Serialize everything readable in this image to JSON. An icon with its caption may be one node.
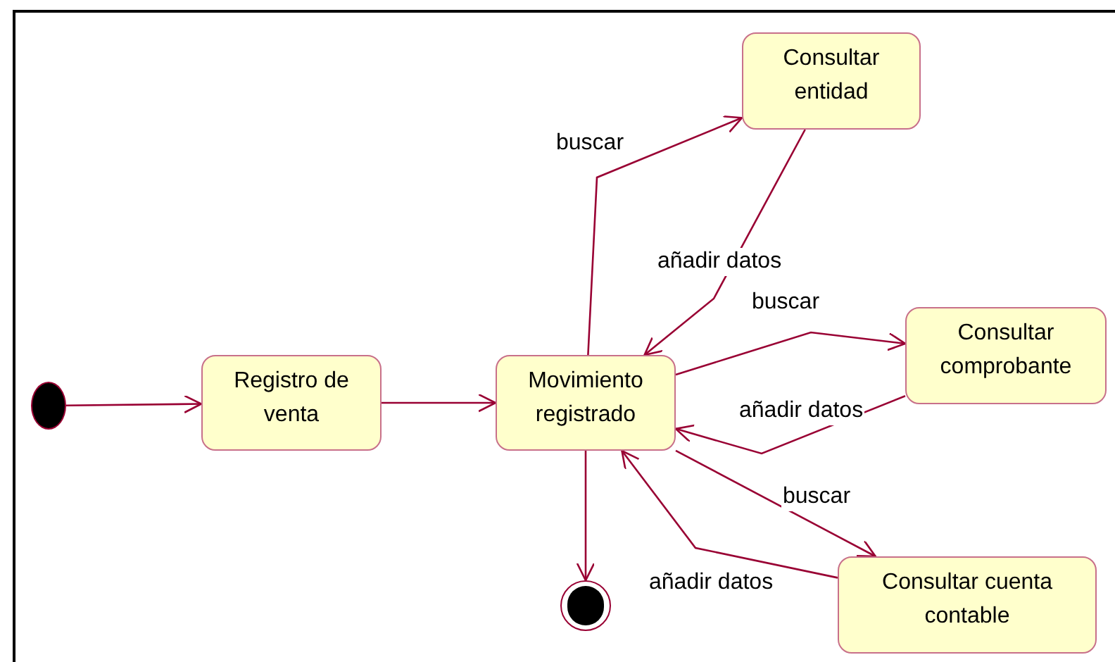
{
  "diagram": {
    "nodes": [
      {
        "text": [],
        "shape": "circle"
      },
      {
        "text": [
          "Registro de venta"
        ]
      },
      {
        "text": [
          "Movimiento registrado"
        ]
      },
      {
        "text": [
          "Consultar entidad"
        ]
      },
      {
        "text": [
          "Consultar comprobante"
        ]
      },
      {
        "text": [
          "Consultar cuenta contable"
        ]
      },
      {
        "text": [],
        "shape": "circle"
      }
    ],
    "edges": [
      {
        "from": 0,
        "to": 1,
        "arrow": "to"
      },
      {
        "from": 1,
        "to": 2,
        "arrow": "to"
      },
      {
        "from": 2,
        "to": 3,
        "label": "buscar",
        "arrow": "to"
      },
      {
        "from": 3,
        "to": 2,
        "label": "añadir datos",
        "arrow": "to"
      },
      {
        "from": 2,
        "to": 4,
        "label": "buscar",
        "arrow": "to"
      },
      {
        "from": 4,
        "to": 2,
        "label": "añadir datos",
        "arrow": "to"
      },
      {
        "from": 2,
        "to": 5,
        "label": "buscar",
        "arrow": "to"
      },
      {
        "from": 5,
        "to": 2,
        "label": "añadir datos",
        "arrow": "to"
      },
      {
        "from": 2,
        "to": 6,
        "arrow": "to"
      }
    ]
  }
}
